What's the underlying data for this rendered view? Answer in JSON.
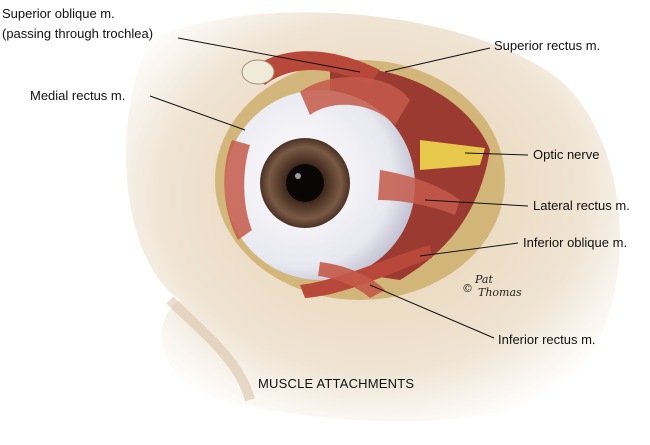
{
  "labels": {
    "superior_oblique": "Superior oblique m.",
    "superior_oblique_sub": "(passing through trochlea)",
    "medial_rectus": "Medial rectus m.",
    "superior_rectus": "Superior rectus m.",
    "optic_nerve": "Optic nerve",
    "lateral_rectus": "Lateral rectus m.",
    "inferior_oblique": "Inferior oblique m.",
    "inferior_rectus": "Inferior rectus m."
  },
  "caption": "MUSCLE ATTACHMENTS",
  "signature": "© Pat Thomas",
  "colors": {
    "skin": "#eadcc6",
    "orbit": "#c9a860",
    "muscle": "#b8483a",
    "sclera": "#f4f4f8",
    "iris": "#6a4a3a",
    "nerve": "#e8c84a"
  }
}
